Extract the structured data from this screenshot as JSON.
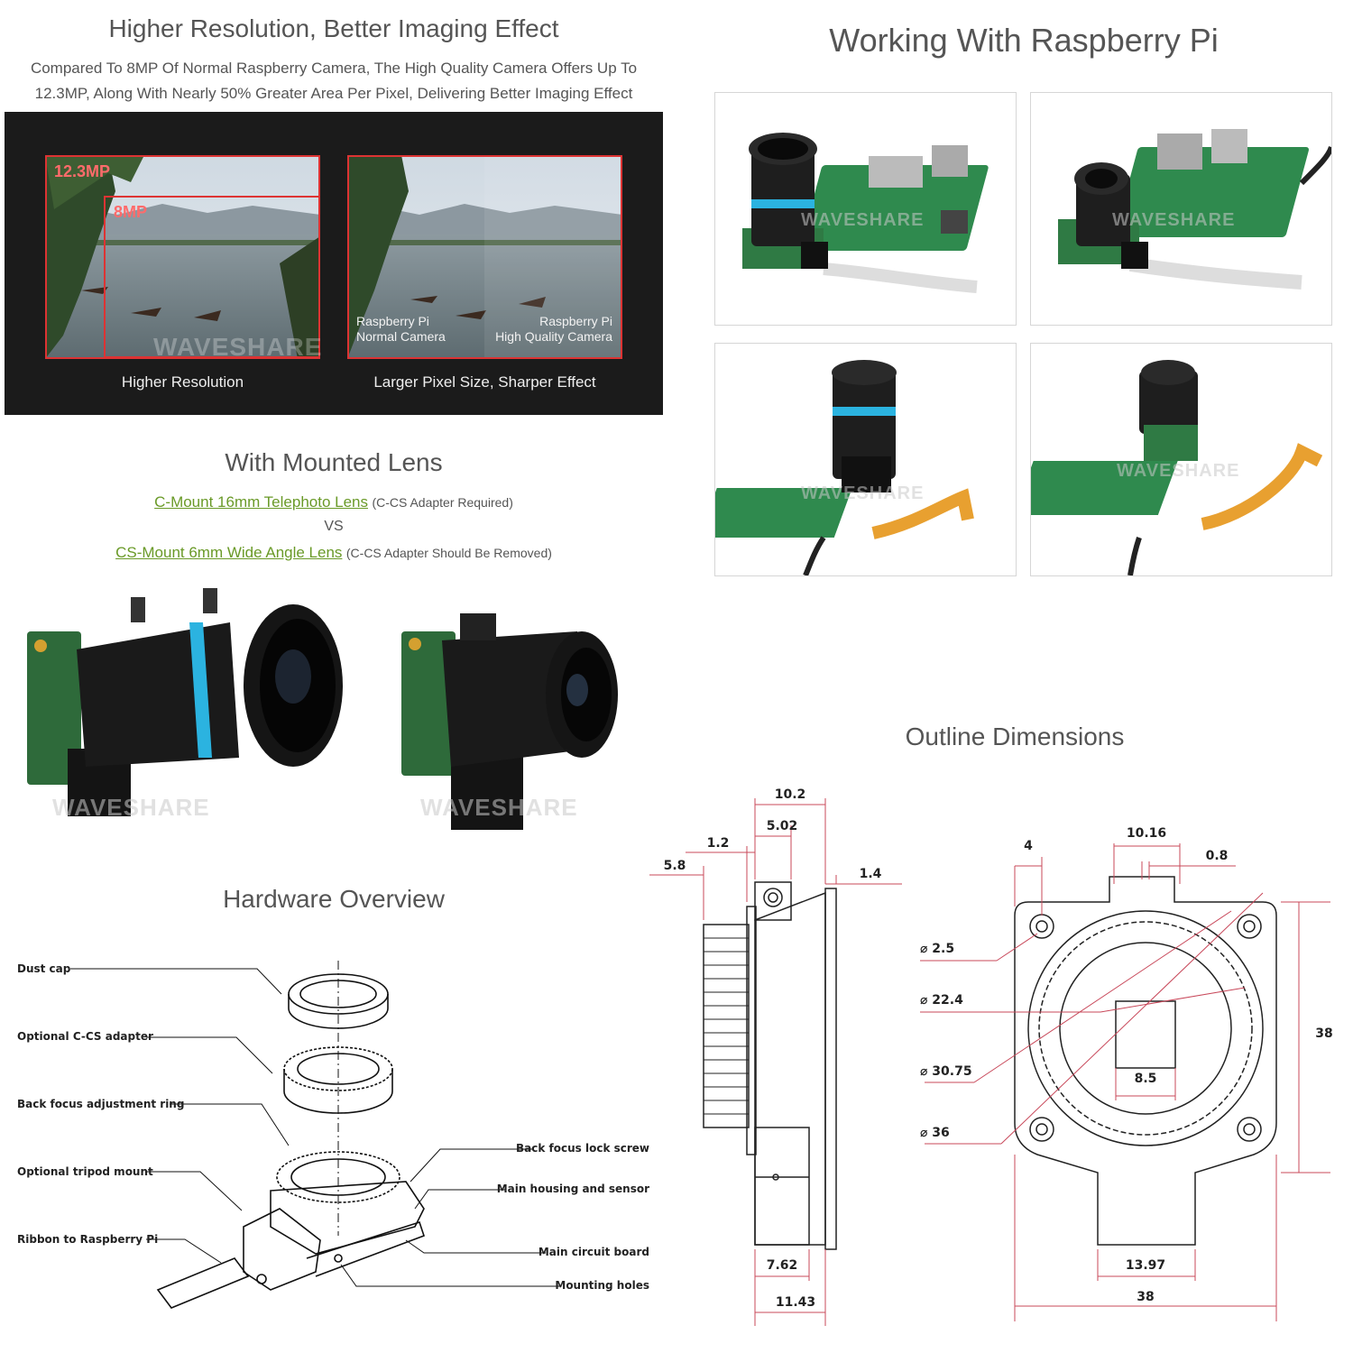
{
  "resolution": {
    "title": "Higher Resolution, Better Imaging Effect",
    "desc_line1": "Compared To 8MP Of Normal Raspberry Camera, The High Quality Camera Offers Up To",
    "desc_line2": "12.3MP, Along With Nearly 50% Greater Area Per Pixel, Delivering Better Imaging Effect",
    "tag_12mp": "12.3MP",
    "tag_8mp": "8MP",
    "normal_cam_line1": "Raspberry Pi",
    "normal_cam_line2": "Normal Camera",
    "hq_cam_line1": "Raspberry Pi",
    "hq_cam_line2": "High Quality Camera",
    "caption_left": "Higher Resolution",
    "caption_right": "Larger Pixel Size, Sharper Effect",
    "watermark": "WAVESHARE"
  },
  "working": {
    "title": "Working With Raspberry Pi",
    "watermark": "WAVESHARE"
  },
  "lens": {
    "title": "With Mounted Lens",
    "link1": "C-Mount 16mm Telephoto Lens",
    "note1": "(C-CS Adapter Required)",
    "vs": "VS",
    "link2": "CS-Mount 6mm Wide Angle Lens",
    "note2": "(C-CS Adapter Should Be Removed)",
    "watermark": "WAVESHARE"
  },
  "hardware": {
    "title": "Hardware Overview",
    "labels_left": [
      "Dust cap",
      "Optional C-CS adapter",
      "Back focus adjustment ring",
      "Optional tripod mount",
      "Ribbon to Raspberry Pi"
    ],
    "labels_right": [
      "Back focus lock screw",
      "Main housing and sensor",
      "Main circuit board",
      "Mounting holes"
    ]
  },
  "dimensions": {
    "title": "Outline Dimensions",
    "side": [
      "10.2",
      "5.02",
      "1.2",
      "5.8",
      "1.4",
      "7.62",
      "11.43"
    ],
    "front": [
      "4",
      "10.16",
      "0.8",
      "⌀ 2.5",
      "⌀ 22.4",
      "⌀ 30.75",
      "⌀ 36",
      "8.5",
      "38",
      "13.97",
      "38"
    ]
  },
  "colors": {
    "link": "#6a9a28",
    "dim_red": "#c8485a",
    "banner_bg": "#1b1b1b",
    "lens_ring_blue": "#2bb3e0"
  }
}
